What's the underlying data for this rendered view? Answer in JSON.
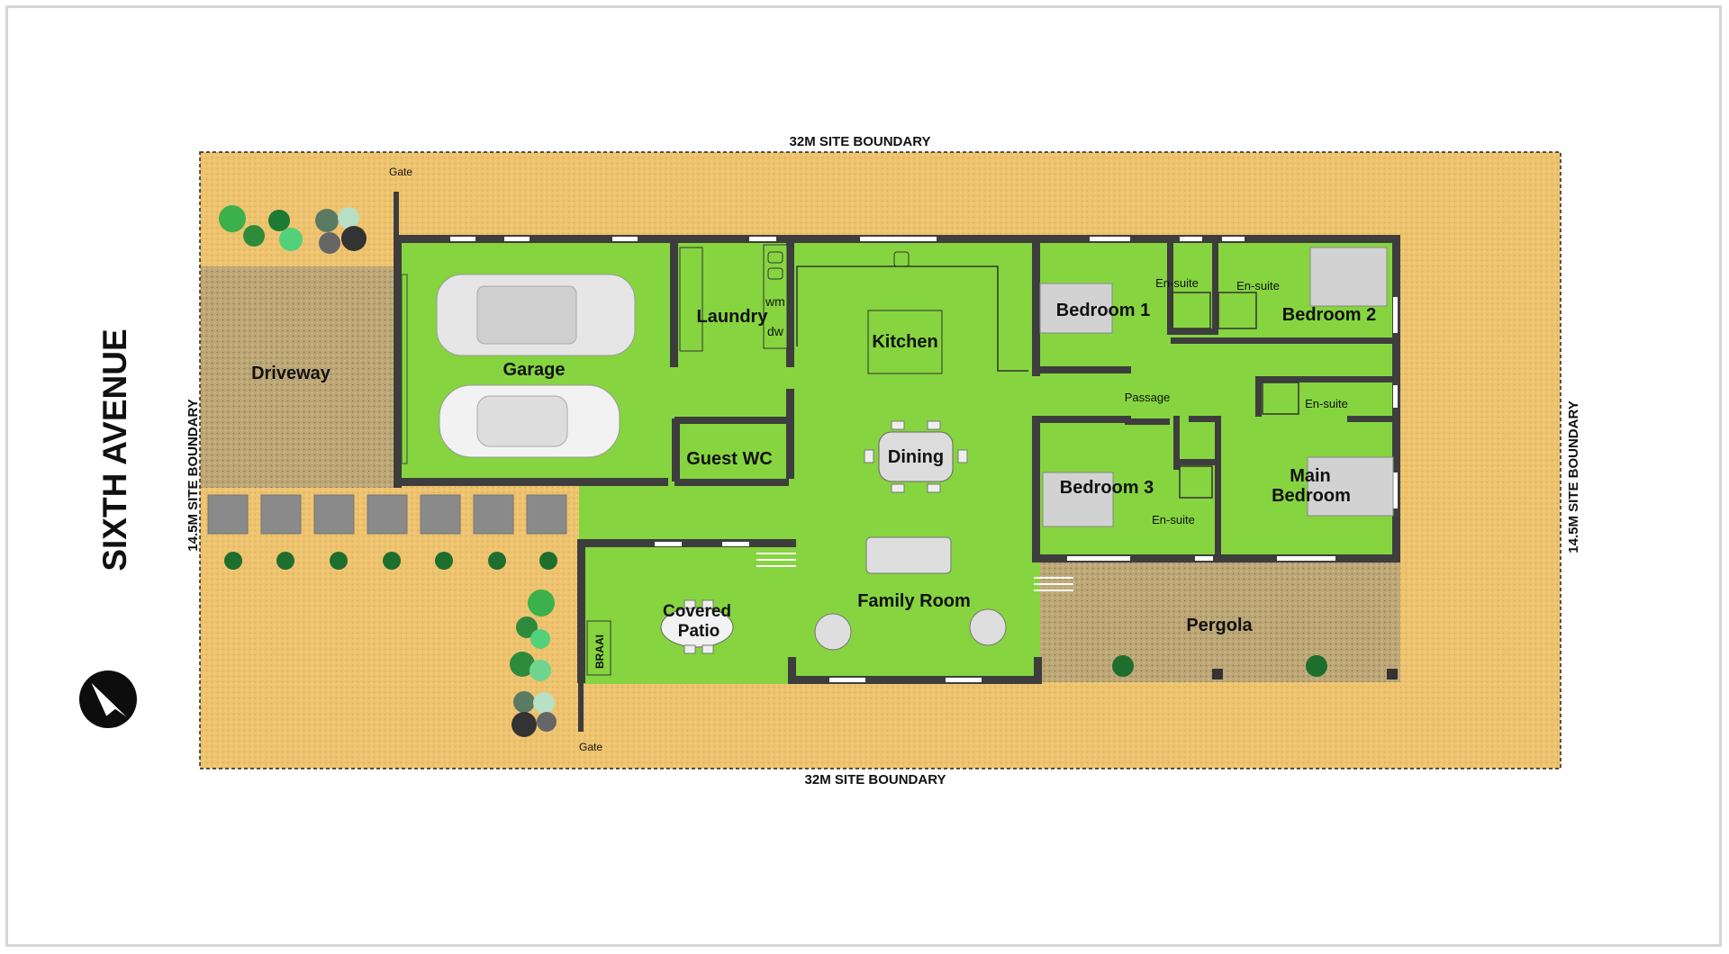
{
  "street_name": "SIXTH AVENUE",
  "boundaries": {
    "top": "32M SITE BOUNDARY",
    "bottom": "32M SITE BOUNDARY",
    "left": "14.5M SITE BOUNDARY",
    "right": "14.5M SITE BOUNDARY"
  },
  "rooms": {
    "driveway": "Driveway",
    "garage": "Garage",
    "laundry": "Laundry",
    "wm": "wm",
    "dw": "dw",
    "guest_wc": "Guest WC",
    "kitchen": "Kitchen",
    "dining": "Dining",
    "family_room": "Family Room",
    "covered_patio_1": "Covered",
    "covered_patio_2": "Patio",
    "braai": "BRAAI",
    "bedroom1": "Bedroom 1",
    "bedroom2": "Bedroom 2",
    "bedroom3": "Bedroom 3",
    "main_bedroom_1": "Main",
    "main_bedroom_2": "Bedroom",
    "ensuite_a": "En-suite",
    "ensuite_b": "En-suite",
    "ensuite_c": "En-suite",
    "ensuite_d": "En-suite",
    "passage": "Passage",
    "pergola": "Pergola"
  },
  "gates": {
    "top": "Gate",
    "bottom": "Gate"
  },
  "icons": {
    "north_arrow": "compass-north-arrow-icon"
  },
  "colors": {
    "lawn": "#e8c06a",
    "rooms": "#86d43f",
    "walls": "#3d3d3d",
    "paving": "#b3a06e"
  }
}
